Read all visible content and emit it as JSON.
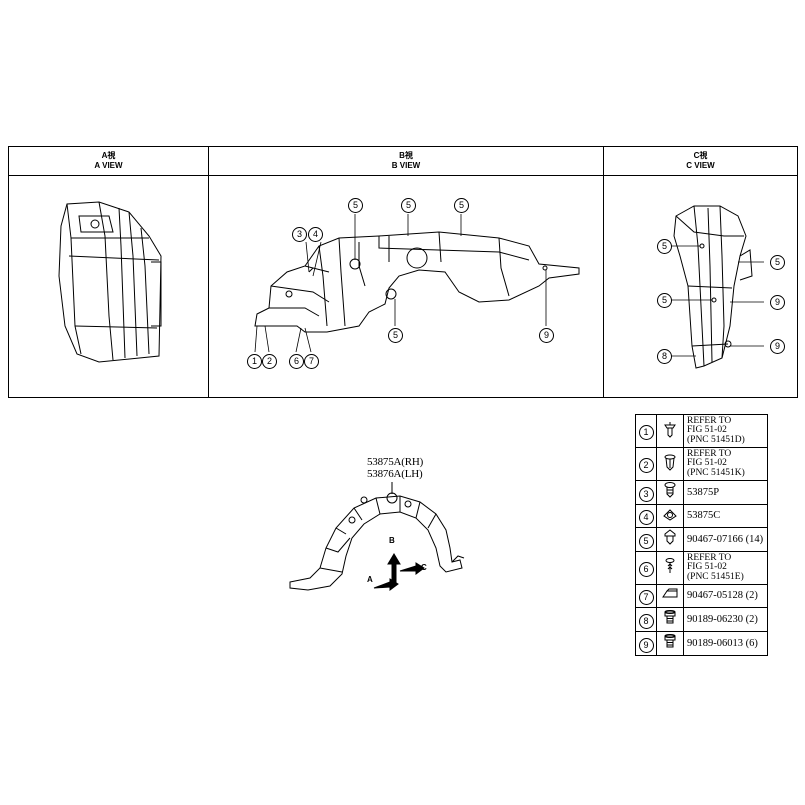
{
  "views": [
    {
      "title_cn": "A視",
      "title_en": "A VIEW"
    },
    {
      "title_cn": "B視",
      "title_en": "B VIEW"
    },
    {
      "title_cn": "C視",
      "title_en": "C VIEW"
    }
  ],
  "callouts": {
    "b": [
      "5",
      "5",
      "5",
      "3",
      "4",
      "5",
      "9",
      "1",
      "2",
      "6",
      "7"
    ],
    "c": [
      "5",
      "5",
      "5",
      "9",
      "9",
      "8"
    ]
  },
  "part_numbers": {
    "rh": "53875A(RH)",
    "lh": "53876A(LH)"
  },
  "directions": {
    "a": "A",
    "b": "B",
    "c": "C"
  },
  "legend": [
    {
      "num": "1",
      "icon": "push-clip-icon",
      "lines": [
        "REFER TO",
        "FIG 51-02",
        "(PNC 51451D)"
      ]
    },
    {
      "num": "2",
      "icon": "clip-icon",
      "lines": [
        "REFER TO",
        "FIG 51-02",
        "(PNC 51451K)"
      ]
    },
    {
      "num": "3",
      "icon": "screw-grommet-icon",
      "lines": [
        "53875P"
      ]
    },
    {
      "num": "4",
      "icon": "nut-clip-icon",
      "lines": [
        "53875C"
      ]
    },
    {
      "num": "5",
      "icon": "screw-clip-icon",
      "lines": [
        "90467-07166 (14)"
      ]
    },
    {
      "num": "6",
      "icon": "push-rivet-icon",
      "lines": [
        "REFER TO",
        "FIG 51-02",
        "(PNC 51451E)"
      ]
    },
    {
      "num": "7",
      "icon": "retainer-icon",
      "lines": [
        "90467-05128 (2)"
      ]
    },
    {
      "num": "8",
      "icon": "bolt-icon",
      "lines": [
        "90189-06230 (2)"
      ]
    },
    {
      "num": "9",
      "icon": "bolt-icon",
      "lines": [
        "90189-06013 (6)"
      ]
    }
  ]
}
